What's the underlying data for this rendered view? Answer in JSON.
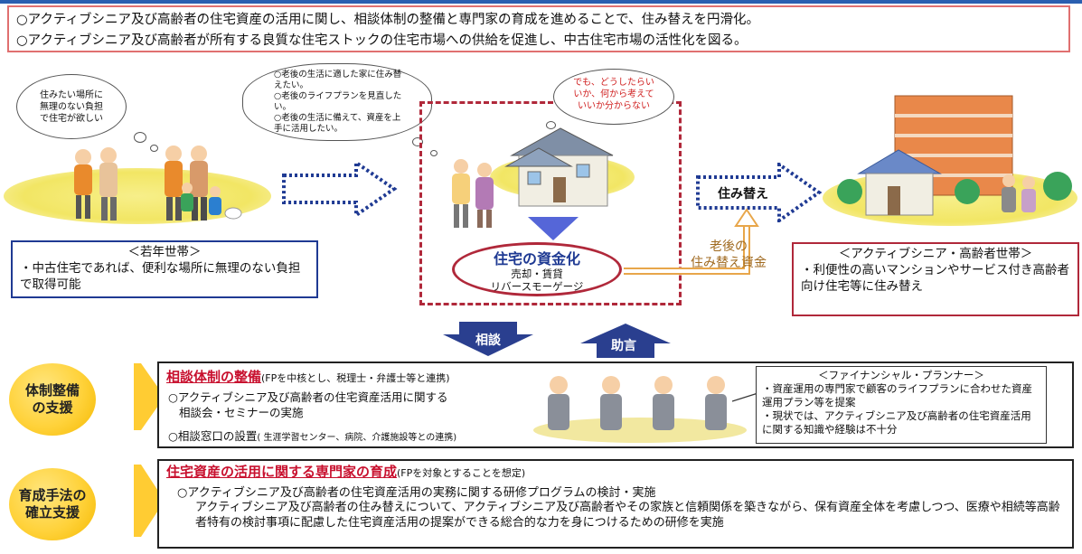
{
  "header": {
    "line1": "○アクティブシニア及び高齢者の住宅資産の活用に関し、相談体制の整備と専門家の育成を進めることで、住み替えを円滑化。",
    "line2": "○アクティブシニア及び高齢者が所有する良質な住宅ストックの住宅市場への供給を促進し、中古住宅市場の活性化を図る。"
  },
  "young_bubble": {
    "text": "住みたい場所に無理のない負担で住宅が欲しい"
  },
  "senior_bubble": {
    "line1": "○老後の生活に適した家に住み替えたい。",
    "line2": "○老後のライフプランを見直したい。",
    "line3": "○老後の生活に備えて、資産を上手に活用したい。"
  },
  "worry_bubble": {
    "text": "でも、どうしたらいいか、何から考えていいか分からない"
  },
  "young_box": {
    "title": "＜若年世帯＞",
    "body": "・中古住宅であれば、便利な場所に無理のない負担で取得可能"
  },
  "fund": {
    "title": "住宅の資金化",
    "line1": "売却・賃貸",
    "line2": "リバースモーゲージ"
  },
  "move_label": "住み替え",
  "retire_fund": {
    "line1": "老後の",
    "line2": "住み替え資金"
  },
  "senior_box": {
    "title": "＜アクティブシニア・高齢者世帯＞",
    "body": "・利便性の高いマンションやサービス付き高齢者向け住宅等に住み替え"
  },
  "arrows": {
    "consult": "相談",
    "advice": "助言"
  },
  "band1": {
    "circle_line1": "体制整備",
    "circle_line2": "の支援",
    "title": "相談体制の整備",
    "title_note": "(FPを中核とし、税理士・弁護士等と連携)",
    "item1_line1": "○アクティブシニア及び高齢者の住宅資産活用に関する",
    "item1_line2": "相談会・セミナーの実施",
    "item2": "○相談窓口の設置",
    "item2_note": "( 生涯学習センター、病院、介護施設等との連携)"
  },
  "fp_box": {
    "title": "＜ファイナンシャル・プランナー＞",
    "line1": "・資産運用の専門家で顧客のライフプランに合わせた資産運用プラン等を提案",
    "line2": "・現状では、アクティブシニア及び高齢者の住宅資産活用に関する知識や経験は不十分"
  },
  "band2": {
    "circle_line1": "育成手法の",
    "circle_line2": "確立支援",
    "title": "住宅資産の活用に関する専門家の育成",
    "title_note": "(FPを対象とすることを想定)",
    "item1": "○アクティブシニア及び高齢者の住宅資産活用の実務に関する研修プログラムの検討・実施",
    "body": "アクティブシニア及び高齢者の住み替えについて、アクティブシニア及び高齢者やその家族と信頼関係を築きながら、保有資産全体を考慮しつつ、医療や相続等高齢者特有の検討事項に配慮した住宅資産活用の提案ができる総合的な力を身につけるための研修を実施"
  },
  "colors": {
    "accent_red": "#c8102e",
    "frame_red": "#b0283a",
    "navy": "#1f3a93",
    "yellow": "#ffd23a"
  }
}
